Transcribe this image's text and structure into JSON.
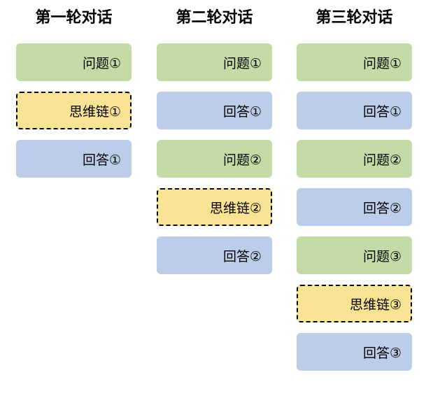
{
  "diagram": {
    "title_colors": {
      "question_fill": "#c3dca7",
      "answer_fill": "#bbcde8",
      "chain_fill": "#f8e293",
      "chain_border": "#000000",
      "text": "#000000",
      "background": "#ffffff"
    },
    "columns": [
      {
        "header": "第一轮对话",
        "boxes": [
          {
            "label": "问题①",
            "type": "question"
          },
          {
            "label": "思维链①",
            "type": "chain"
          },
          {
            "label": "回答①",
            "type": "answer"
          }
        ]
      },
      {
        "header": "第二轮对话",
        "boxes": [
          {
            "label": "问题①",
            "type": "question"
          },
          {
            "label": "回答①",
            "type": "answer"
          },
          {
            "label": "问题②",
            "type": "question"
          },
          {
            "label": "思维链②",
            "type": "chain"
          },
          {
            "label": "回答②",
            "type": "answer"
          }
        ]
      },
      {
        "header": "第三轮对话",
        "boxes": [
          {
            "label": "问题①",
            "type": "question"
          },
          {
            "label": "回答①",
            "type": "answer"
          },
          {
            "label": "问题②",
            "type": "question"
          },
          {
            "label": "回答②",
            "type": "answer"
          },
          {
            "label": "问题③",
            "type": "question"
          },
          {
            "label": "思维链③",
            "type": "chain"
          },
          {
            "label": "回答③",
            "type": "answer"
          }
        ]
      }
    ]
  }
}
